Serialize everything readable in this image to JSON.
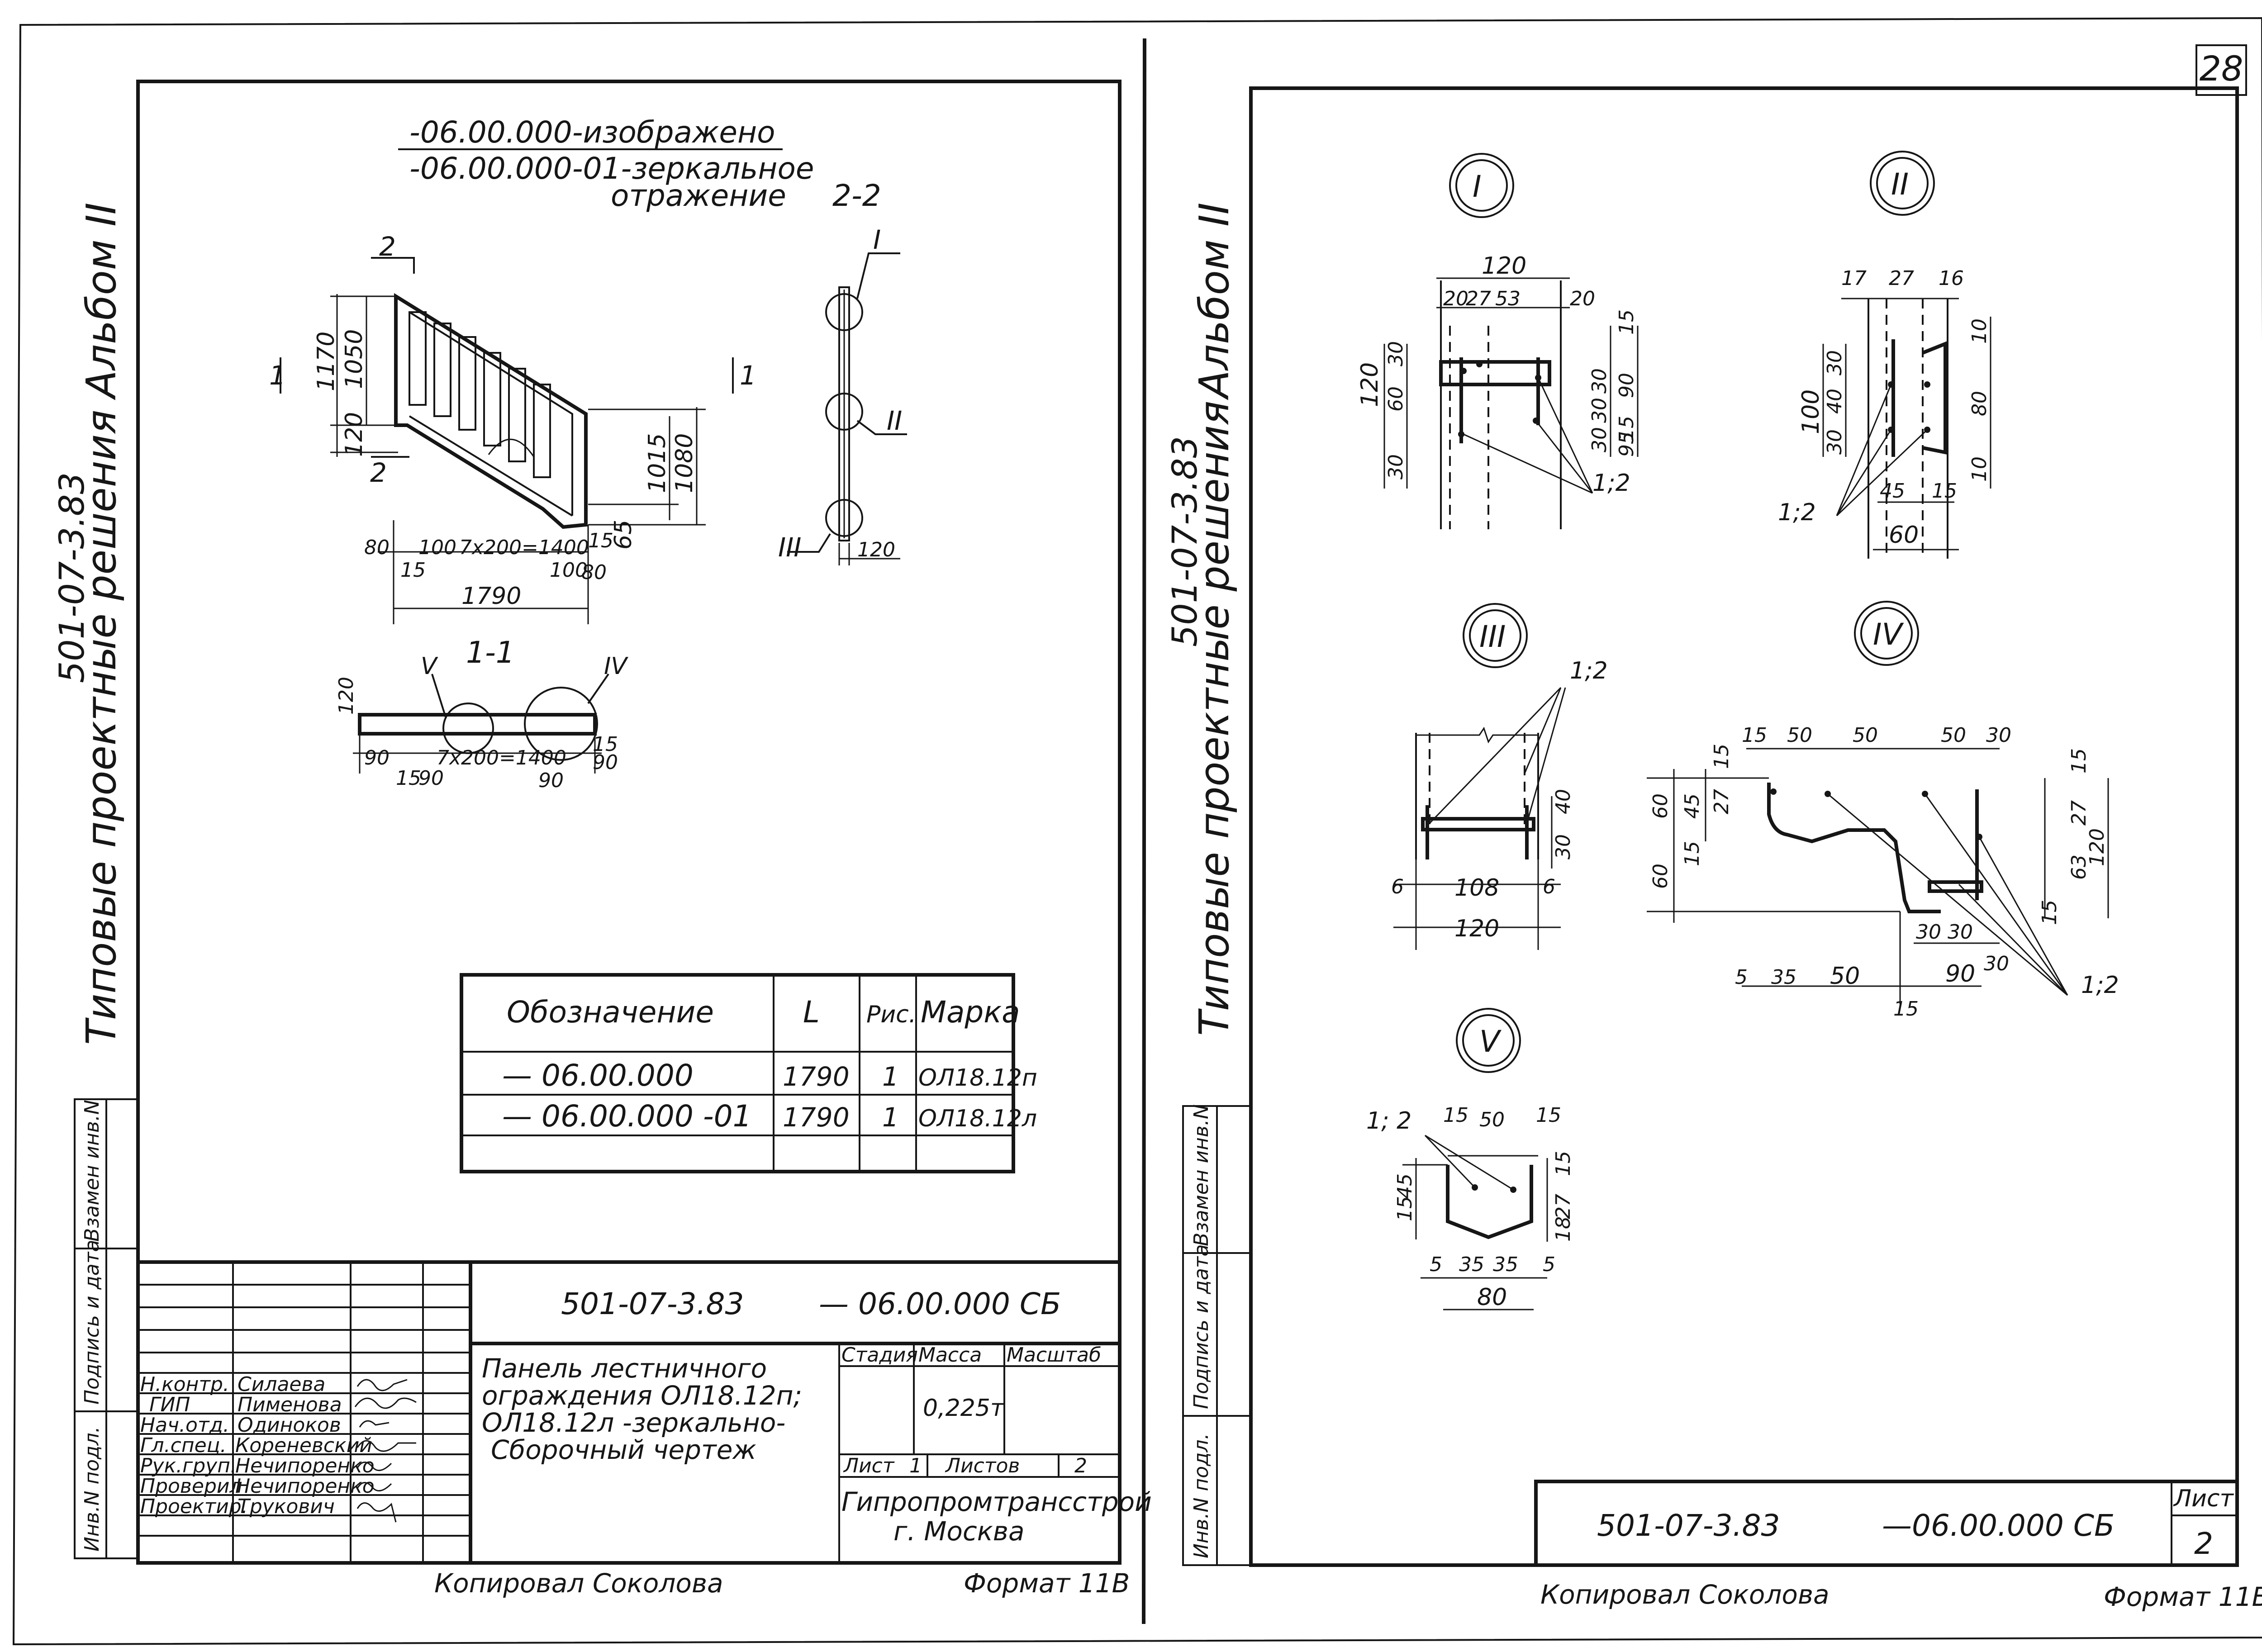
{
  "sheet": {
    "page_badge": "28",
    "album_code": "501-07-3.83",
    "album_label": "Альбом II",
    "series": "Типовые проектные решения"
  },
  "left_sheet": {
    "note_line1": "-06.00.000-изображено",
    "note_line2": "-06.00.000-01-зеркальное",
    "note_line3": "отражение",
    "section_2_2": "2-2",
    "section_1_1": "1-1",
    "callouts": [
      "I",
      "II",
      "III",
      "IV",
      "V"
    ],
    "panel_dims": {
      "h1170": "1170",
      "h1050": "1050",
      "h120": "120",
      "h1015": "1015",
      "h1080": "1080",
      "h65": "65",
      "w80": "80",
      "w100": "100",
      "w7x200": "7x200=1400",
      "w15a": "15",
      "w100b": "100",
      "w80b": "80",
      "w15b": "15",
      "w1790": "1790",
      "w120": "120"
    },
    "plan_dims": {
      "h120": "120",
      "w90a": "90",
      "w7x200": "7x200=1400",
      "w15": "15",
      "w90b": "90",
      "w15c": "15",
      "w90c": "90",
      "w90d": "90"
    },
    "sec_marks": {
      "s2a": "2",
      "s2b": "2",
      "s1a": "1",
      "s1b": "1"
    },
    "spec_table": {
      "headers": [
        "Обозначение",
        "L",
        "Рис.",
        "Марка"
      ],
      "rows": [
        [
          "— 06.00.000",
          "1790",
          "1",
          "ОЛ18.12п"
        ],
        [
          "— 06.00.000 -01",
          "1790",
          "1",
          "ОЛ18.12л"
        ],
        [
          "",
          "",
          "",
          ""
        ]
      ]
    },
    "title_block": {
      "code": "501-07-3.83",
      "doc_number": "— 06.00.000 СБ",
      "roles": [
        {
          "role": "Н.контр.",
          "name": "Силаева"
        },
        {
          "role": "ГИП",
          "name": "Пименова"
        },
        {
          "role": "Нач.отд.",
          "name": "Одиноков"
        },
        {
          "role": "Гл.спец.",
          "name": "Кореневский"
        },
        {
          "role": "Рук.груп.",
          "name": "Нечипоренко"
        },
        {
          "role": "Проверил",
          "name": "Нечипоренко"
        },
        {
          "role": "Проектир.",
          "name": "Трукович"
        }
      ],
      "title_line1": "Панель лестничного",
      "title_line2": "ограждения ОЛ18.12п;",
      "title_line3": "ОЛ18.12л -зеркально-",
      "title_line4": "Сборочный чертеж",
      "stage_label": "Стадия",
      "mass_label": "Масса",
      "scale_label": "Масштаб",
      "mass_value": "0,225т",
      "sheet_label": "Лист",
      "sheet_value": "1",
      "sheets_label": "Листов",
      "sheets_value": "2",
      "org_line1": "Гипропромтрансстрой",
      "org_line2": "г. Москва"
    },
    "side_labels": [
      "Инв.N подл.",
      "Подпись и дата",
      "Взамен инв.N"
    ],
    "copied_by": "Копировал Соколова",
    "format": "Формат 11В"
  },
  "right_sheet": {
    "details": {
      "d1": {
        "w120": "120",
        "a": "20",
        "b": "27",
        "c": "53",
        "d": "20",
        "v120": "120",
        "v30a": "30",
        "v60": "60",
        "v30b": "30",
        "r15": "15",
        "r30a": "30",
        "r30b": "30",
        "r90": "90",
        "r30c": "30",
        "r15b": "15",
        "r95": "95",
        "leader": "1;2"
      },
      "d2": {
        "a": "17",
        "b": "27",
        "c": "16",
        "v100": "100",
        "v30a": "30",
        "v40": "40",
        "v30b": "30",
        "r10a": "10",
        "r80": "80",
        "r10b": "10",
        "w45": "45",
        "w15": "15",
        "w60": "60",
        "leader": "1;2"
      },
      "d3": {
        "leader": "1;2",
        "w108": "108",
        "w6a": "6",
        "w6b": "6",
        "w120": "120",
        "v40": "40",
        "v30": "30"
      },
      "d4": {
        "top1": "15",
        "top2": "50",
        "top3": "50",
        "top4": "50",
        "top5": "30",
        "l60a": "60",
        "l45": "45",
        "l15a": "15",
        "l27": "27",
        "l15b": "15",
        "l60b": "60",
        "r15a": "15",
        "r27": "27",
        "r63": "63",
        "r15b": "15",
        "r120": "120",
        "b30a": "30",
        "b30b": "30",
        "b90": "90",
        "b30c": "30",
        "b5": "5",
        "b35": "35",
        "b50": "50",
        "b15": "15",
        "leader": "1;2"
      },
      "d5": {
        "leader": "1; 2",
        "t15a": "15",
        "t50": "50",
        "t15b": "15",
        "l15": "15",
        "l45": "45",
        "r15": "15",
        "r18": "18",
        "r27": "27",
        "b5a": "5",
        "b35a": "35",
        "b35b": "35",
        "b5b": "5",
        "b80": "80"
      }
    },
    "side_labels": [
      "Инв.N подл.",
      "Подпись и дата",
      "Взамен инв.N"
    ],
    "title_block": {
      "code": "501-07-3.83",
      "doc_number": "—06.00.000 СБ",
      "sheet_label": "Лист",
      "sheet_value": "2"
    },
    "copied_by": "Копировал Соколова",
    "format": "Формат 11В"
  }
}
